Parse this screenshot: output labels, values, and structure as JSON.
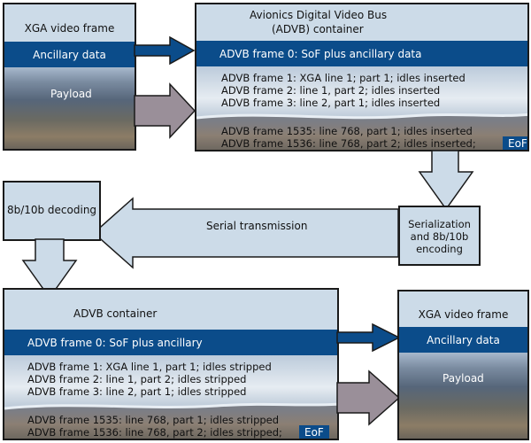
{
  "colors": {
    "dark_blue": "#0b4c8a",
    "light_blue": "#ccdbe8",
    "gray_arrow": "#9a8f99",
    "border": "#1a1a1a"
  },
  "source_frame": {
    "title": "XGA video frame",
    "ancillary": "Ancillary data",
    "payload": "Payload"
  },
  "advb_top": {
    "title_line1": "Avionics Digital Video Bus",
    "title_line2": "(ADVB) container",
    "frame0": "ADVB frame 0: SoF plus ancillary data",
    "frames_a": [
      "ADVB frame 1: XGA line 1; part 1; idles inserted",
      "ADVB frame 2: line 1, part 2; idles inserted",
      "ADVB frame 3: line 2, part 1; idles inserted"
    ],
    "frames_b": [
      "ADVB frame 1535: line 768, part 1; idles inserted",
      "ADVB frame 1536: line 768, part 2; idles inserted;"
    ],
    "eof": "EoF"
  },
  "serialization": {
    "line1": "Serialization",
    "line2": "and 8b/10b",
    "line3": "encoding"
  },
  "transmission": {
    "label": "Serial transmission"
  },
  "decoding": {
    "label": "8b/10b decoding"
  },
  "advb_bottom": {
    "title": "ADVB container",
    "frame0": "ADVB frame 0: SoF plus ancillary",
    "frames_a": [
      "ADVB frame 1: XGA line 1, part 1; idles stripped",
      "ADVB frame 2: line 1, part 2; idles stripped",
      "ADVB frame 3: line 2, part 1; idles stripped"
    ],
    "frames_b": [
      "ADVB frame 1535: line 768, part 1; idles stripped",
      "ADVB frame 1536: line 768, part 2; idles stripped;"
    ],
    "eof": "EoF"
  },
  "dest_frame": {
    "title": "XGA video frame",
    "ancillary": "Ancillary data",
    "payload": "Payload"
  }
}
